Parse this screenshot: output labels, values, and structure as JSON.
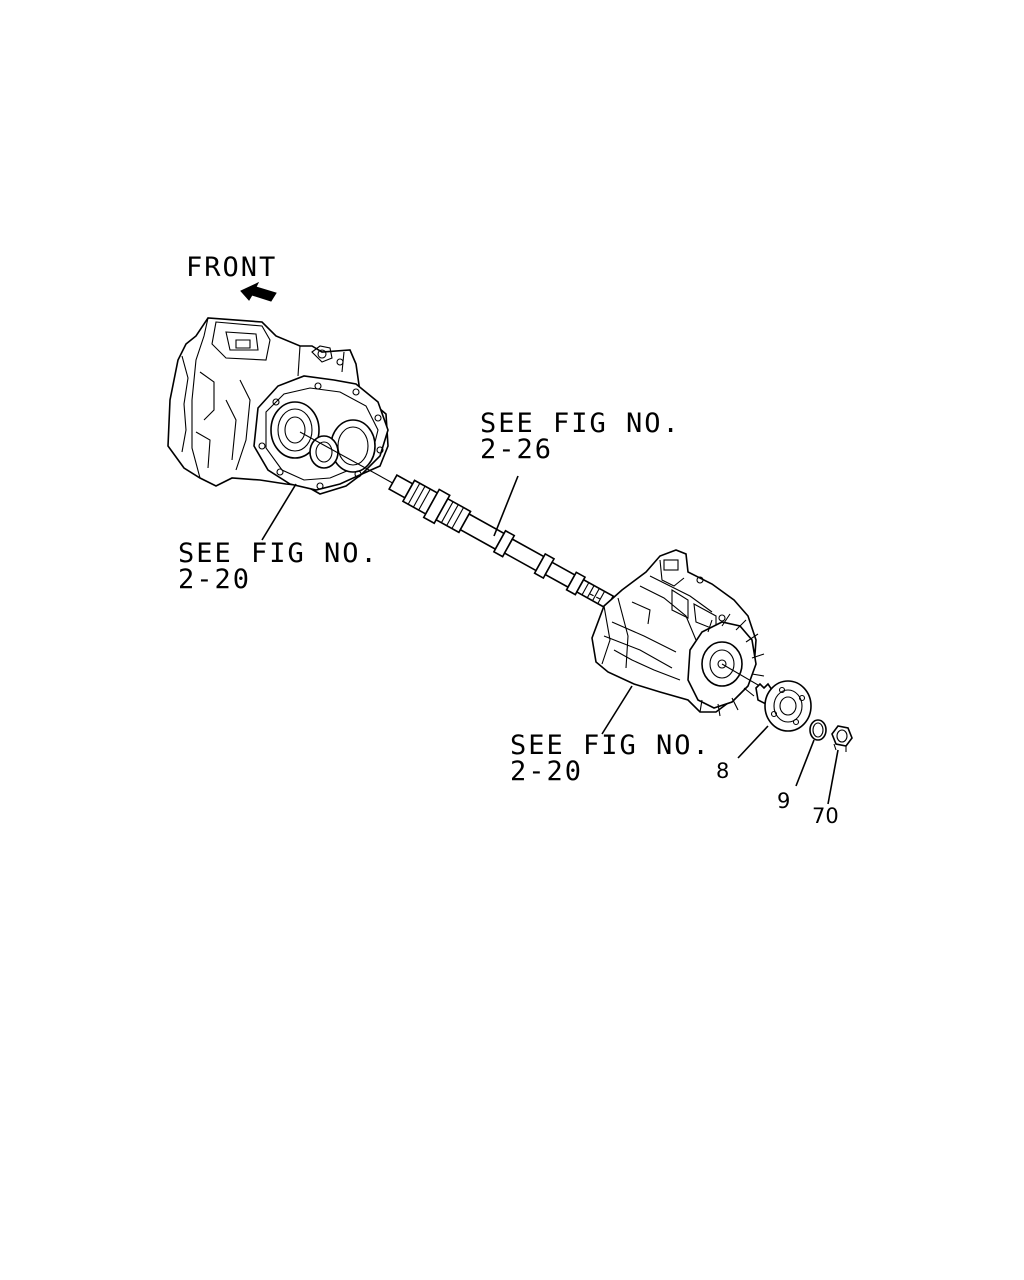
{
  "front_label": "FRONT",
  "callouts": [
    {
      "id": "shaft",
      "line1": "SEE FIG NO.",
      "line2": "2-26"
    },
    {
      "id": "front-case",
      "line1": "SEE FIG NO.",
      "line2": "2-20"
    },
    {
      "id": "rear-case",
      "line1": "SEE FIG NO.",
      "line2": "2-20"
    }
  ],
  "part_numbers": [
    "8",
    "9",
    "70"
  ]
}
